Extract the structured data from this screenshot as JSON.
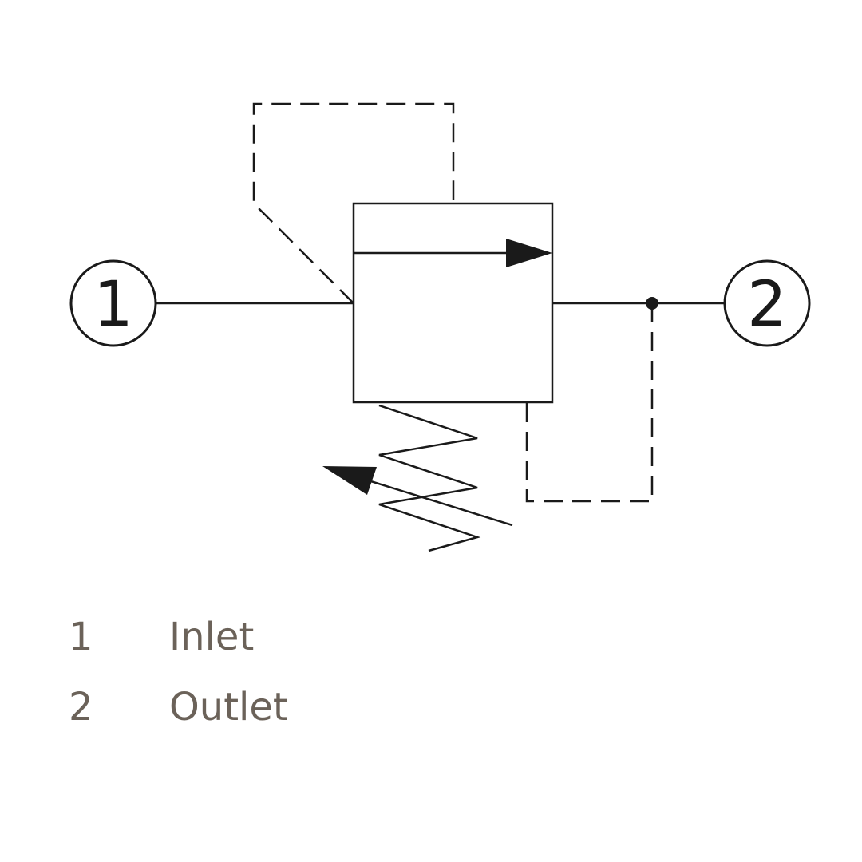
{
  "ports": [
    {
      "number": "1",
      "label": "Inlet"
    },
    {
      "number": "2",
      "label": "Outlet"
    }
  ],
  "colors": {
    "line": "#1a1a1a",
    "legend_text": "#6b6259"
  }
}
